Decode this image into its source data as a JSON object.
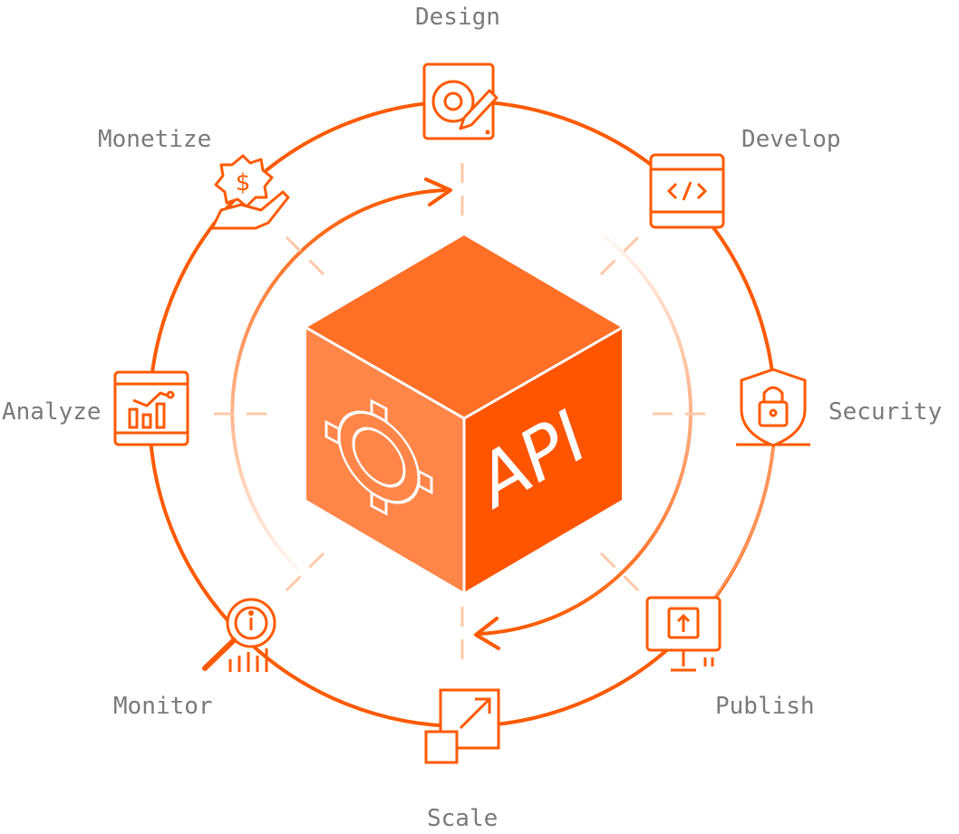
{
  "accent": "#ff5a00",
  "stages": {
    "design": "Design",
    "develop": "Develop",
    "security": "Security",
    "publish": "Publish",
    "scale": "Scale",
    "monitor": "Monitor",
    "analyze": "Analyze",
    "monetize": "Monetize"
  },
  "cube": {
    "label": "API"
  },
  "icons": {
    "design": "design-tool-icon",
    "develop": "code-window-icon",
    "security": "shield-lock-icon",
    "publish": "upload-monitor-icon",
    "scale": "scale-arrow-icon",
    "monitor": "magnifier-icon",
    "analyze": "chart-icon",
    "monetize": "money-hand-icon"
  }
}
